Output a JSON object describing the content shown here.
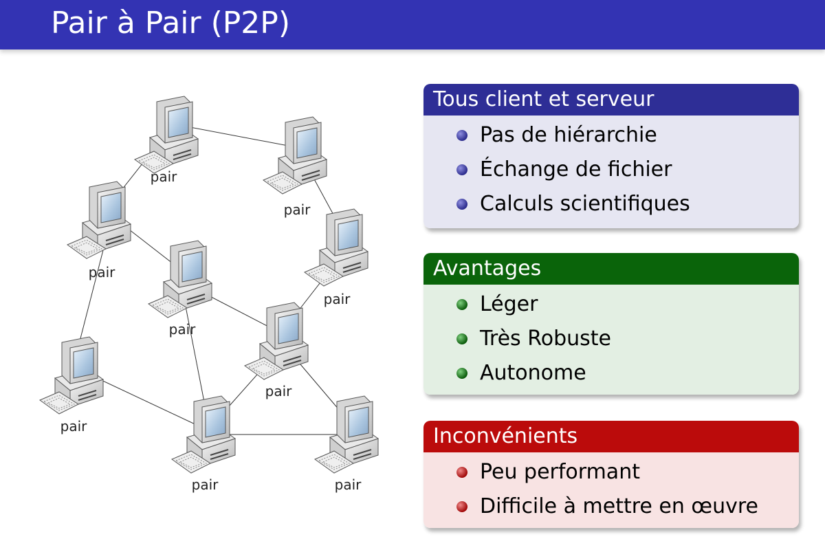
{
  "title": "Pair à Pair (P2P)",
  "diagram": {
    "node_label": "pair",
    "node_icon": "desktop-computer-icon"
  },
  "blocks": [
    {
      "title": "Tous client et serveur",
      "color": "#2e2e96",
      "items": [
        "Pas de hiérarchie",
        "Échange de fichier",
        "Calculs scientifiques"
      ]
    },
    {
      "title": "Avantages",
      "color": "#0a640a",
      "items": [
        "Léger",
        "Très Robuste",
        "Autonome"
      ]
    },
    {
      "title": "Inconvénients",
      "color": "#bb0b0b",
      "items": [
        "Peu performant",
        "Difficile à mettre en œuvre"
      ]
    }
  ]
}
